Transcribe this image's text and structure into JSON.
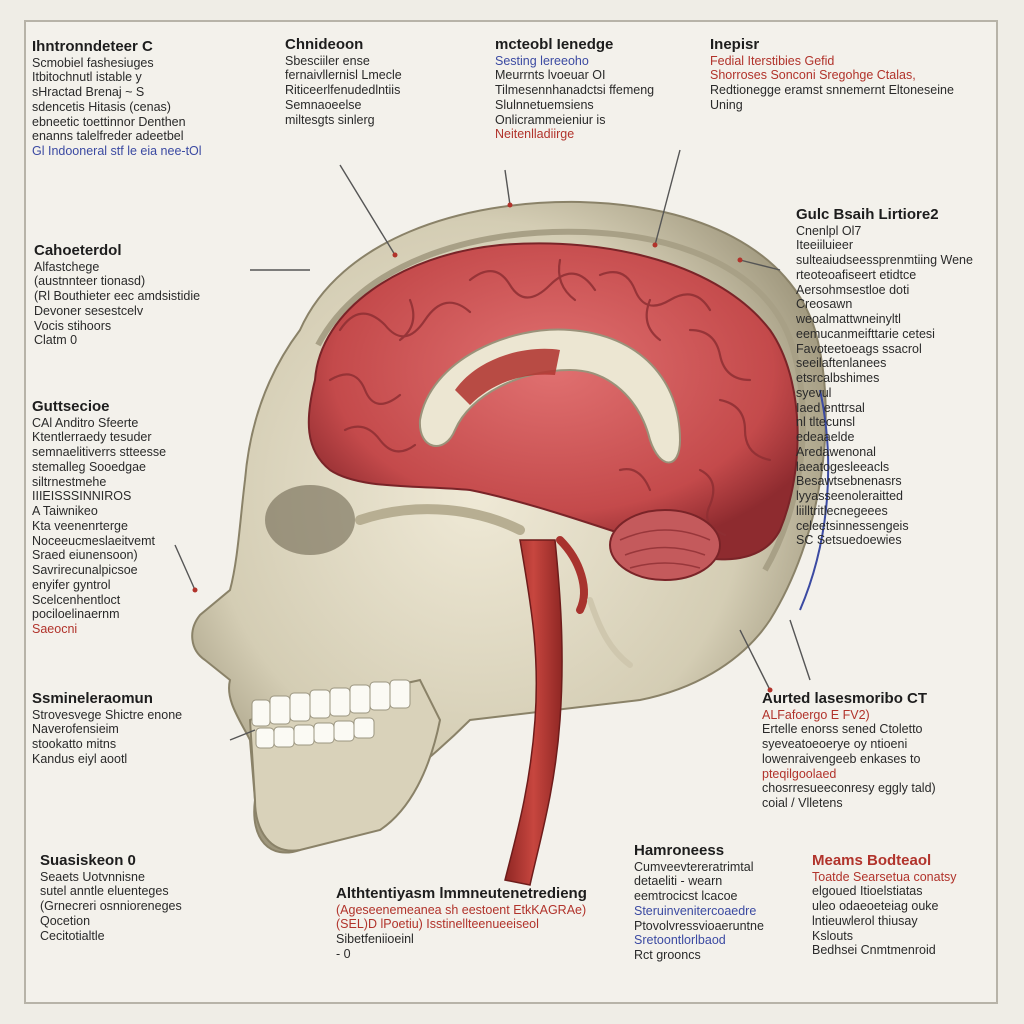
{
  "colors": {
    "background": "#f3f1eb",
    "skull": "#d8d2bd",
    "brain": "#c94a4d",
    "artery": "#b23a34",
    "callout_line": "#555555",
    "accent_red": "#b1332b",
    "accent_blue": "#3b4aa2"
  },
  "labels": [
    {
      "id": "tl",
      "heading": "Ihntronndeteer C",
      "lines": [
        "Scmobiel fashesiuges",
        "Itbitochnutl istable y",
        "sHractad Brenaj ~ S",
        "sdencetis Hitasis (cenas)",
        "ebneetic toettinnor Denthen",
        "enanns talelfreder adeetbel",
        "Gl Indooneral stf le eia nee-tOl"
      ]
    },
    {
      "id": "tc1",
      "heading": "Chnideoon",
      "lines": [
        "Sbesciiler ense",
        "fernaivllernisl Lmecle",
        "Riticeerlfenudedlntiis",
        "Semnaoeelse",
        "miltesgts sinlerg"
      ]
    },
    {
      "id": "tc2",
      "heading": "mcteobl Ienedge",
      "lines": [
        "Sesting lereeoho",
        "Meurrnts lvoeuar OI",
        "Tilmesennhanadctsi ffemeng",
        "Slulnnetuemsiens",
        "Onlicrammeieniur  is",
        "Neitenlladiirge"
      ]
    },
    {
      "id": "tr",
      "heading": "Inepisr",
      "lines": [
        "Fedial Iterstibies  Gefid",
        "Shorroses Sonconi  Sregohge Ctalas,",
        "Redtionegge eramst  snnemernt Eltoneseine",
        "Uning"
      ]
    },
    {
      "id": "l1",
      "heading": "Cahoeterdol",
      "lines": [
        "Alfastchege",
        "(austnnteer tionasd)",
        "(Rl Bouthieter eec amdsistidie",
        "Devoner sesestcelv",
        "Vocis stihoors",
        "Clatm 0"
      ]
    },
    {
      "id": "l2",
      "heading": "Guttsecioe",
      "lines": [
        "CAl Anditro Sfeerte",
        "Ktentlerraedy tesuder",
        "semnaelitiverrs stteesse",
        "stemalleg Sooedgae",
        "siltrnestmehe",
        "IIIEISSSINNIROS",
        "A Taiwnikeo",
        "Kta veenenrterge",
        "Noceeucmeslaeitvemt",
        "Sraed eiunensoon)",
        "Savrirecunalpicsoe",
        "enyifer gyntrol",
        "Scelcenhentloct",
        "pociloelinaernm",
        "Saeocni"
      ]
    },
    {
      "id": "l3",
      "heading": "Ssmineleraomun",
      "lines": [
        "Strovesvege  Shictre enone",
        "Naverofensieim",
        "stookatto mitns",
        "Kandus eiyl aootl"
      ]
    },
    {
      "id": "bl",
      "heading": "Suasiskeon 0",
      "lines": [
        "Seaets Uotvnnisne",
        "sutel anntle eluenteges",
        "(Grnecreri osnnioreneges",
        "Qocetion",
        "Cecitotialtle"
      ]
    },
    {
      "id": "bc1",
      "heading": "Althtentiyasm lmmneutenetredieng",
      "lines": [
        "(Ageseenemeanea sh eestoent EtkKAGRAe)",
        "(SEL)D lPoetiu)  Isstinellteenueeiseol",
        "Sibetfeniioeinl",
        "- 0"
      ]
    },
    {
      "id": "bc2",
      "heading": "Hamroneess",
      "lines": [
        "Cumveevtereratrimtal",
        "detaeliti - wearn",
        "eemtrocicst lcacoe",
        "Steruinvenitercoaedre",
        "Ptovolvressvioaeruntne",
        "Sretoontlorlbaod",
        "Rct grooncs"
      ]
    },
    {
      "id": "br",
      "heading": "Meams Bodteaol",
      "lines": [
        "Toatde Searsetua conatsy",
        "elgoued Itioelstiatas",
        "uleo odaeoeteiag ouke",
        "lntieuwlerol thiusay",
        "Kslouts",
        "Bedhsei Cnmtmenroid"
      ]
    },
    {
      "id": "r1",
      "heading": "Gulc Bsaih Lirtiore2",
      "lines": [
        "Cnenlpl Ol7",
        "Iteeiiluieer",
        "sulteaiudseessprenmtiing Wene",
        "rteoteoafiseert etidtce",
        "Aersohmsestloe doti",
        "Creosawn",
        "weoalmattwneinyltl",
        "eemucanmeifttarie cetesi",
        "Favoteetoeags ssacrol",
        "seeilaftenlanees",
        "etsrcalbshimes",
        "syevul",
        "Iaed enttrsal",
        "nl tltecunsl",
        "edeaaelde",
        "Aredawenonal",
        "laeatogesleeacls",
        "Besawtsebnenasrs",
        "lyyasseenoleraitted",
        "liilltritlecnegeees",
        "celeetsinnessengeis",
        "SC Setsuedoewies"
      ]
    },
    {
      "id": "r2",
      "heading": "Aurted lasesmoribo CT",
      "lines": [
        "ALFafoergo E FV2)",
        "Ertelle enorss sened Ctoletto",
        "syeveatoeoerye oy ntioeni",
        "lowenraivengeeb enkases to",
        "pteqilgoolaed",
        "chosrresueeconresy eggly tald)",
        "coial / Vlletens"
      ]
    }
  ]
}
